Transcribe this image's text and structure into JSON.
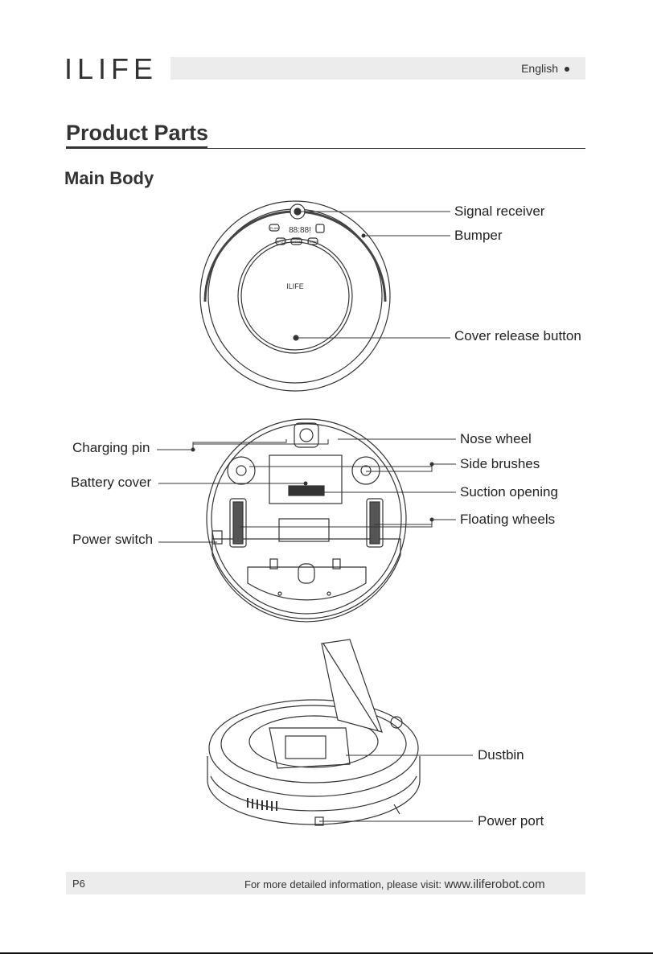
{
  "header": {
    "brand": "ILIFE",
    "language": "English"
  },
  "section": {
    "title": "Product Parts",
    "subtitle": "Main Body"
  },
  "robot_top": {
    "display": "88:88!",
    "buttons": [
      "PLAN",
      "SPOT",
      "CLEAN",
      "HOME"
    ],
    "center_logo": "ILIFE"
  },
  "labels": {
    "signal_receiver": "Signal receiver",
    "bumper": "Bumper",
    "cover_release_button": "Cover release button",
    "charging_pin": "Charging pin",
    "nose_wheel": "Nose wheel",
    "side_brushes": "Side brushes",
    "battery_cover": "Battery cover",
    "suction_opening": "Suction opening",
    "floating_wheels": "Floating wheels",
    "power_switch": "Power switch",
    "dustbin": "Dustbin",
    "power_port": "Power port"
  },
  "footer": {
    "page": "P6",
    "info": "For more detailed information, please visit:",
    "url": "www.iliferobot.com"
  }
}
